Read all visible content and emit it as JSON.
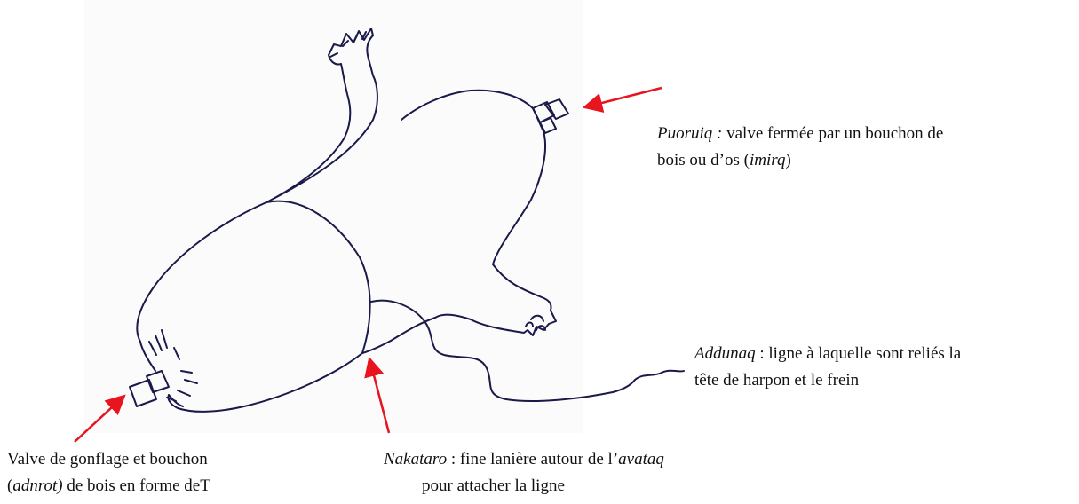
{
  "colors": {
    "outline": "#1a1a4a",
    "arrow": "#e8141e",
    "background_wash": "#fafafa"
  },
  "labels": {
    "puoruiq": {
      "term": "Puoruiq :",
      "line1_rest": " valve fermée par un bouchon de",
      "line2_start": "bois ou d’os (",
      "line2_term": "imirq",
      "line2_end": ")"
    },
    "addunaq": {
      "term": "Addunaq",
      "line1_rest": " : ligne à laquelle sont reliés la",
      "line2": "tête de harpon et le frein"
    },
    "nakataro": {
      "term": "Nakataro",
      "line1_mid": " : fine lanière autour de l’",
      "line1_term": "avataq",
      "line2": "pour attacher la ligne"
    },
    "valve": {
      "line1": "Valve de gonflage et bouchon",
      "line2_open": "(",
      "line2_term": "adnrot)",
      "line2_rest": " de bois en forme deT"
    }
  }
}
